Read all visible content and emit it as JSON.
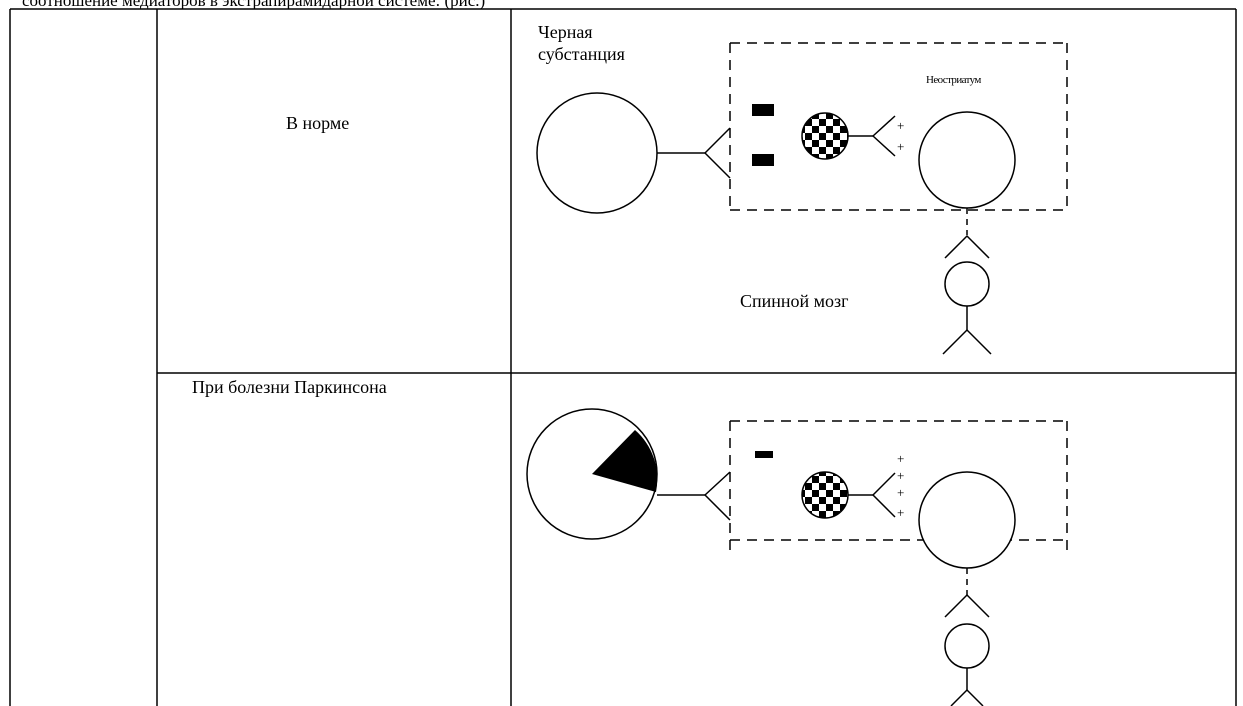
{
  "header_text": "соотношение медиаторов в экстрапирамидарной системе: (рис.)",
  "rows": [
    {
      "condition": "В норме"
    },
    {
      "condition": "При болезни Паркинсона"
    }
  ],
  "labels": {
    "substantia_nigra": [
      "Черная",
      "субстанция"
    ],
    "neostriatum": "Неостриатум",
    "spinal_cord": "Спинной мозг",
    "plus": "+"
  }
}
